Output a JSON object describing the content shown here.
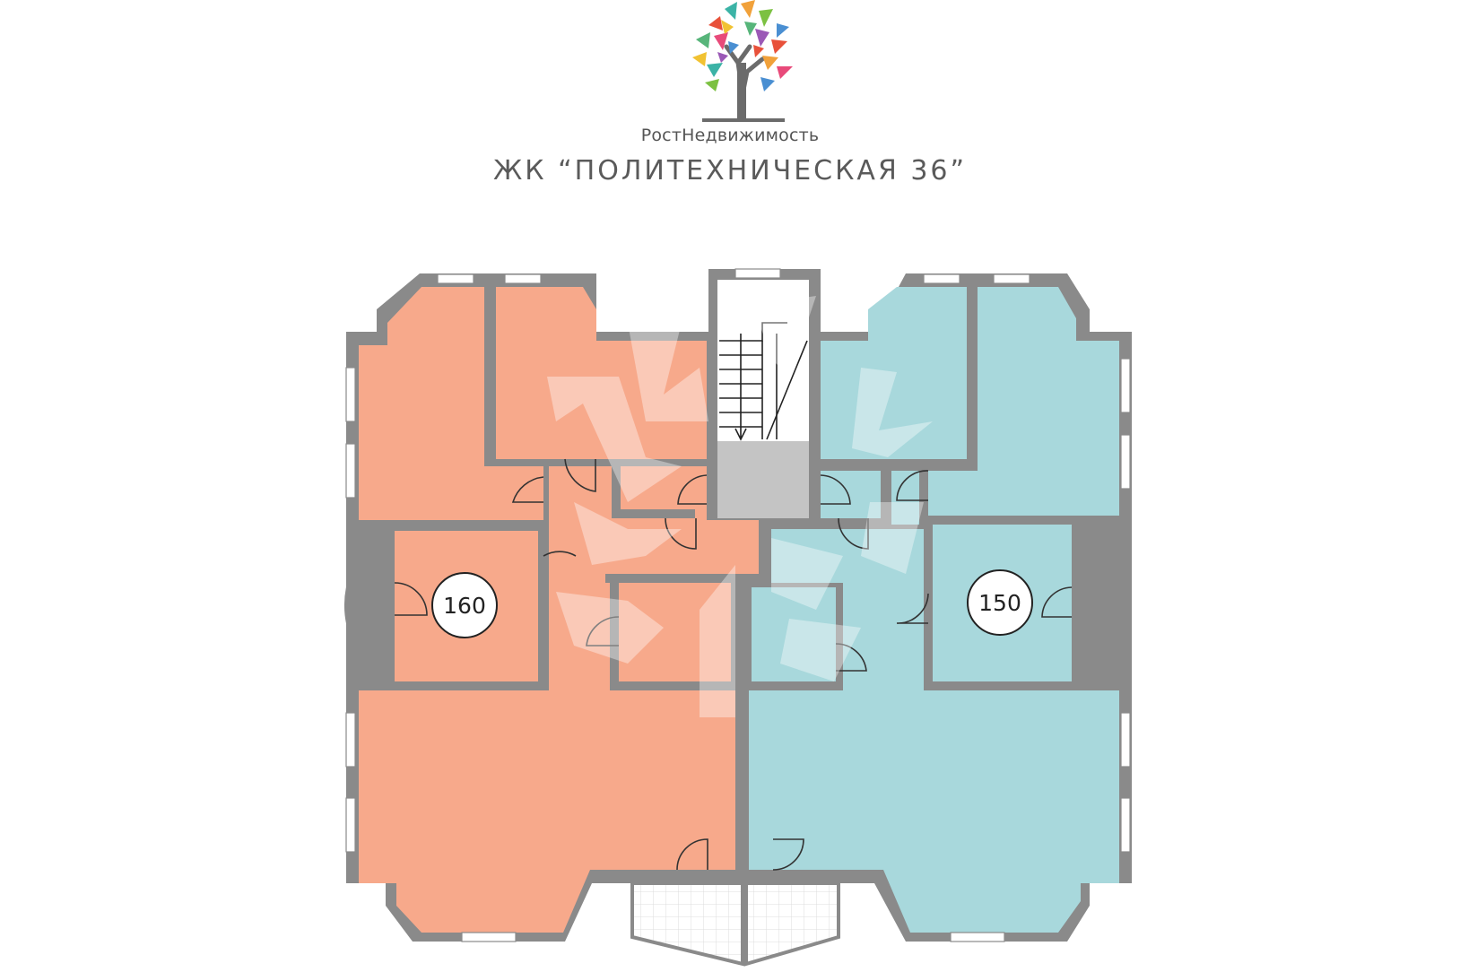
{
  "header": {
    "brand": "РостНедвижимость",
    "title": "ЖК “ПОЛИТЕХНИЧЕСКАЯ 36”"
  },
  "plan": {
    "units": [
      {
        "id": "left",
        "label": "160",
        "color": "#f7a98b"
      },
      {
        "id": "right",
        "label": "150",
        "color": "#a8d8dc"
      }
    ],
    "colors": {
      "wall": "#8a8a8a",
      "stair_core": "#c4c4c4",
      "wall_inner": "#9a9a9a"
    },
    "icons": [
      "tree-logo-icon",
      "staircase-icon",
      "door-swing-icon",
      "watermark-arrows-icon"
    ]
  }
}
